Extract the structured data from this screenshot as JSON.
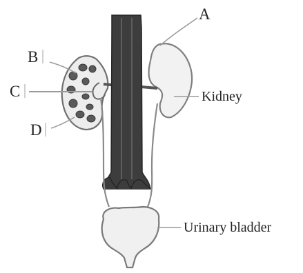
{
  "diagram": {
    "labels": {
      "a": "A",
      "b": "B",
      "c": "C",
      "d": "D",
      "kidney": "Kidney",
      "urinary_bladder": "Urinary bladder"
    }
  }
}
